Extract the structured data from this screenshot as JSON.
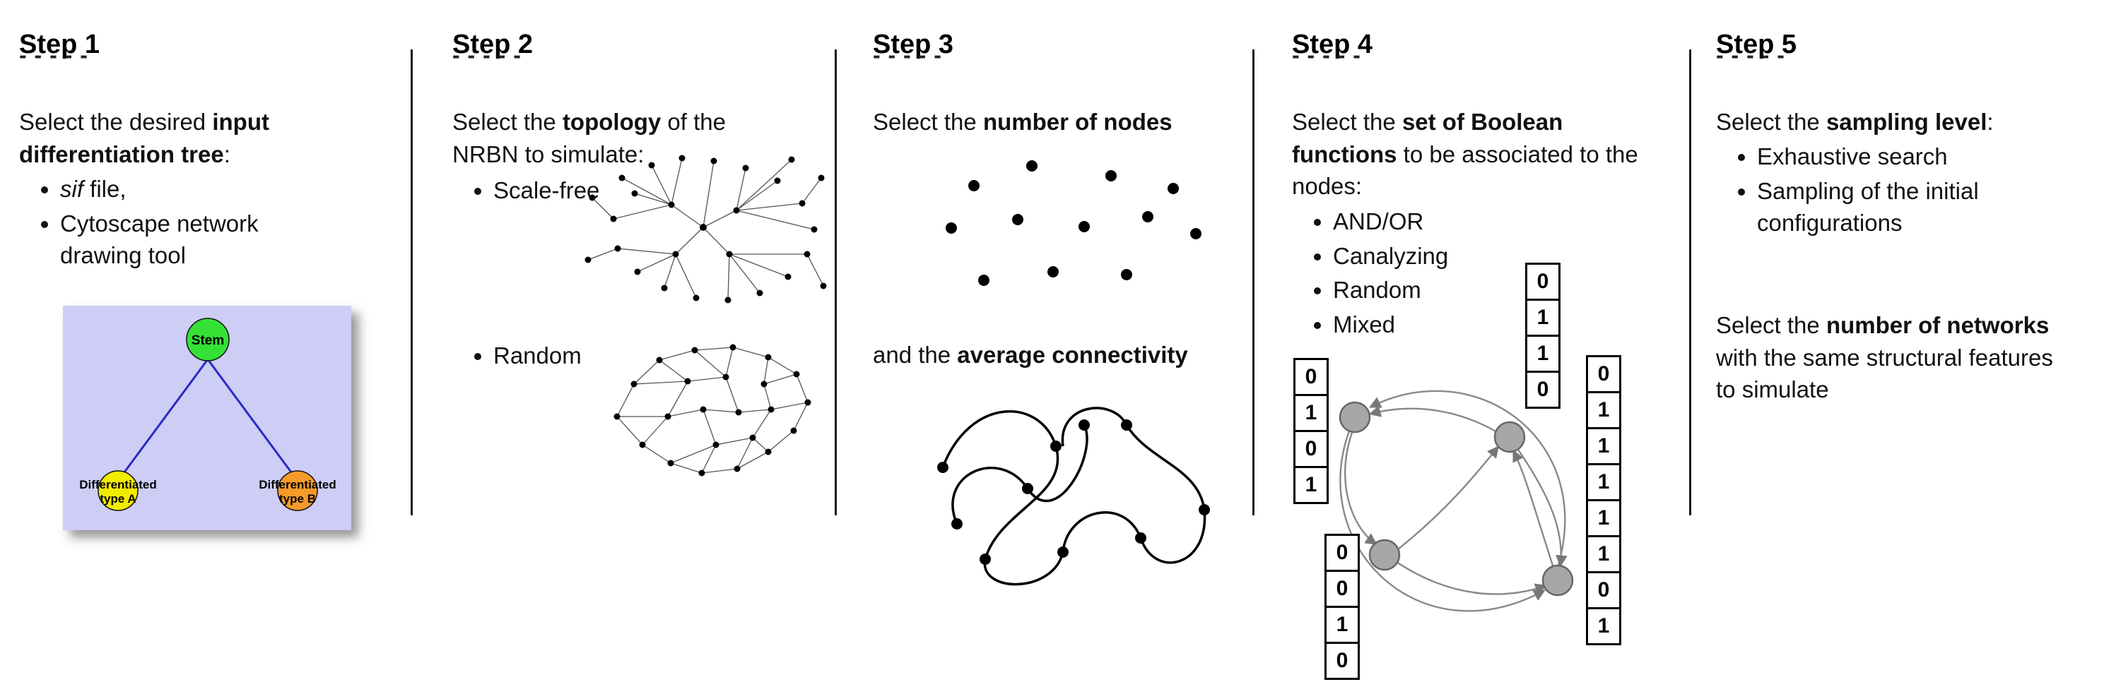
{
  "steps": {
    "step1": {
      "title": "Step 1",
      "dashes": "- - - - -",
      "intro": {
        "pre": "Select the desired ",
        "bold": "input differentiation tree",
        "post": ":"
      },
      "bullets": [
        {
          "italic": "sif",
          "rest": " file,"
        },
        {
          "text": "Cytoscape network drawing tool"
        }
      ],
      "tree": {
        "root_label": "Stem",
        "left_label_line1": "Differentiated",
        "left_label_line2": "type A",
        "right_label_line1": "Differentiated",
        "right_label_line2": "type B",
        "colors": {
          "box": "#cdcdf6",
          "root": "#35e135",
          "left": "#f2ea00",
          "right": "#f59b2a",
          "edge": "#2a2ac8"
        }
      }
    },
    "step2": {
      "title": "Step 2",
      "dashes": "- - - - -",
      "intro": {
        "pre": "Select the ",
        "bold": "topology",
        "post": " of the NRBN to simulate:"
      },
      "bullets": [
        {
          "text": "Scale-free"
        },
        {
          "text": "Random"
        }
      ]
    },
    "step3": {
      "title": "Step 3",
      "dashes": "- - - - -",
      "intro1": {
        "pre": "Select the ",
        "bold": "number of nodes",
        "post": ""
      },
      "intro2": {
        "pre": "and the ",
        "bold": "average connectivity",
        "post": ""
      }
    },
    "step4": {
      "title": "Step 4",
      "dashes": "- - - - -",
      "intro": {
        "pre": "Select the ",
        "bold": "set of Boolean functions",
        "post": " to be associated to the nodes:"
      },
      "bullets": [
        "AND/OR",
        "Canalyzing",
        "Random",
        "Mixed"
      ],
      "truth_tables": {
        "left": [
          "0",
          "1",
          "0",
          "1"
        ],
        "top": [
          "0",
          "1",
          "1",
          "0"
        ],
        "bottom": [
          "0",
          "0",
          "1",
          "0"
        ],
        "right": [
          "0",
          "1",
          "1",
          "1",
          "1",
          "1",
          "0",
          "1"
        ]
      }
    },
    "step5": {
      "title": "Step 5",
      "dashes": "- - - - -",
      "intro": {
        "pre": "Select the ",
        "bold": "sampling level",
        "post": ":"
      },
      "bullets": [
        "Exhaustive search",
        "Sampling of the initial configurations"
      ],
      "outro": {
        "pre": "Select the ",
        "bold": "number of networks",
        "post": " with the same structural features to simulate"
      }
    }
  }
}
